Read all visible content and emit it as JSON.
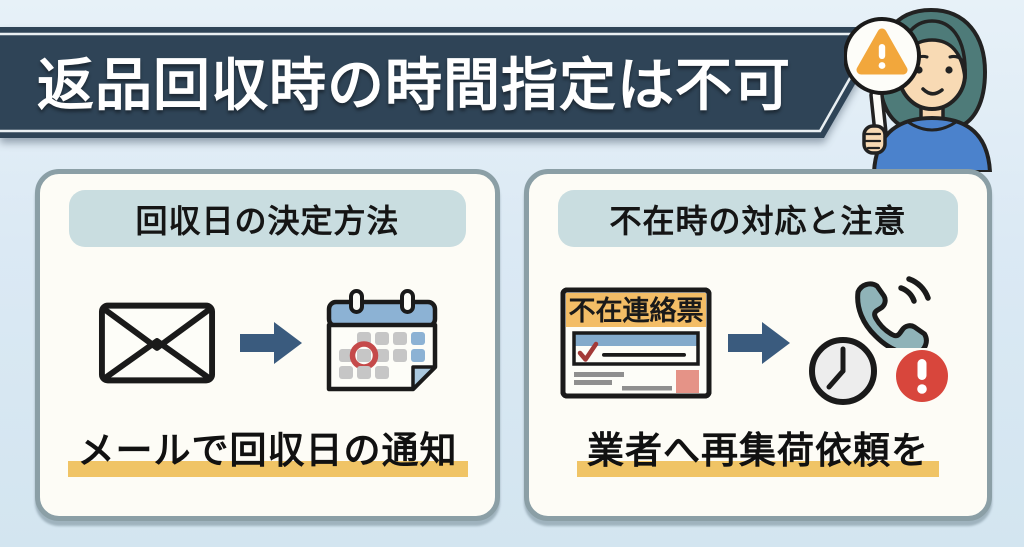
{
  "banner": {
    "title": "返品回収時の時間指定は不可"
  },
  "mascot": {
    "name": "woman-holding-warning-sign"
  },
  "cards": [
    {
      "title": "回収日の決定方法",
      "caption": "メールで回収日の通知",
      "icons": [
        "envelope-icon",
        "arrow-right-icon",
        "calendar-icon"
      ]
    },
    {
      "title": "不在時の対応と注意",
      "caption": "業者へ再集荷依頼を",
      "notice_label": "不在連絡票",
      "icons": [
        "delivery-notice-icon",
        "arrow-right-icon",
        "phone-icon",
        "clock-icon",
        "alert-icon"
      ]
    }
  ],
  "colors": {
    "background": "#dbe9f4",
    "banner_navy": "#2f4457",
    "card_border": "#8b9fa6",
    "card_bg": "#fdfcf6",
    "pill_bg": "#c9dde0",
    "highlight_yellow": "#f0c466",
    "arrow_blue": "#3a5b7e",
    "accent_blue": "#8cb2d4",
    "alert_red": "#d8463c",
    "notice_orange": "#f3bd66",
    "phone_teal": "#8fb3b8",
    "hair_teal": "#4e7b79",
    "shirt_blue": "#4b82cc"
  }
}
